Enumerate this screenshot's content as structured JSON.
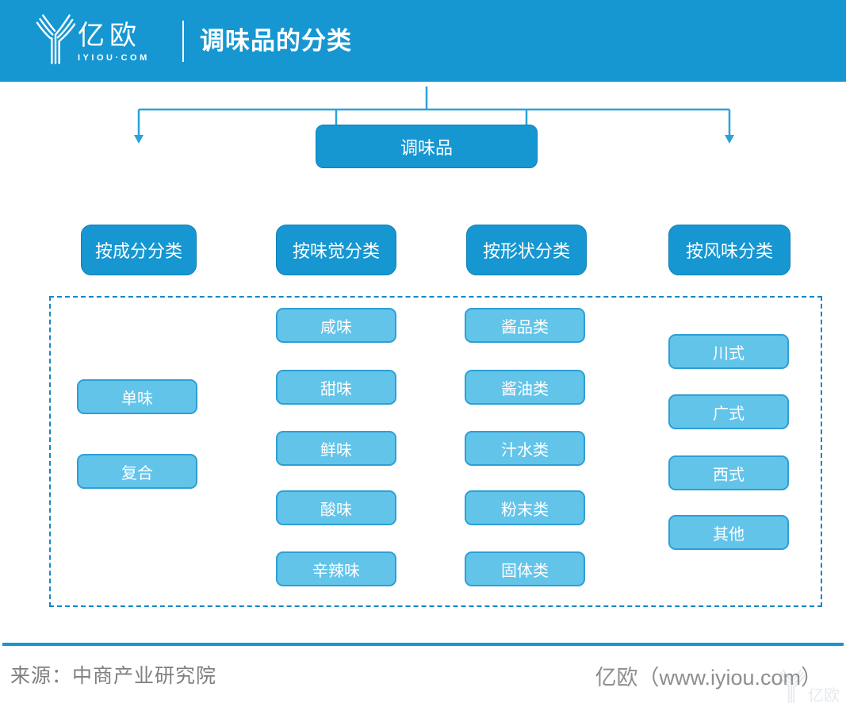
{
  "header": {
    "logo_text": "亿欧",
    "logo_sub": "IYIOU·COM",
    "title": "调味品的分类"
  },
  "tree": {
    "root": {
      "label": "调味品"
    },
    "columns": [
      {
        "label": "按成分分类",
        "children": [
          "单味",
          "复合"
        ]
      },
      {
        "label": "按味觉分类",
        "children": [
          "咸味",
          "甜味",
          "鲜味",
          "酸味",
          "辛辣味"
        ]
      },
      {
        "label": "按形状分类",
        "children": [
          "酱品类",
          "酱油类",
          "汁水类",
          "粉末类",
          "固体类"
        ]
      },
      {
        "label": "按风味分类",
        "children": [
          "川式",
          "广式",
          "西式",
          "其他"
        ]
      }
    ]
  },
  "footer": {
    "source": "来源：中商产业研究院",
    "brand": "亿欧（www.iyiou.com）",
    "watermark": "亿欧"
  },
  "colors": {
    "accent": "#1697d2",
    "box_border": "#0e80b6",
    "leaf_fill": "#63c4ea",
    "leaf_border": "#2d9fd6",
    "connector": "#2aa3dc",
    "dashed_border": "#1787c1",
    "footer_text": "#7f7f7f",
    "brand_text": "#8e8e8e",
    "header_text": "#ffffff"
  }
}
